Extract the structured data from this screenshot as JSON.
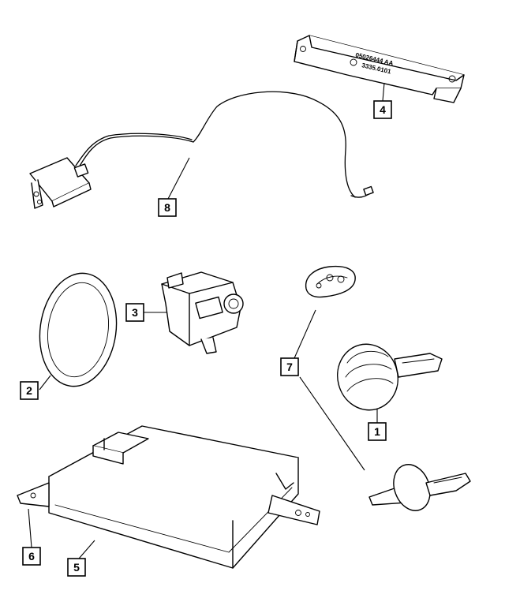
{
  "diagram": {
    "callouts": [
      {
        "id": "1",
        "label": "1"
      },
      {
        "id": "2",
        "label": "2"
      },
      {
        "id": "3",
        "label": "3"
      },
      {
        "id": "4",
        "label": "4"
      },
      {
        "id": "5",
        "label": "5"
      },
      {
        "id": "6",
        "label": "6"
      },
      {
        "id": "7",
        "label": "7"
      },
      {
        "id": "8",
        "label": "8"
      }
    ],
    "module_label": {
      "part_number": "05026444 AA",
      "serial": "3335.0101"
    }
  }
}
